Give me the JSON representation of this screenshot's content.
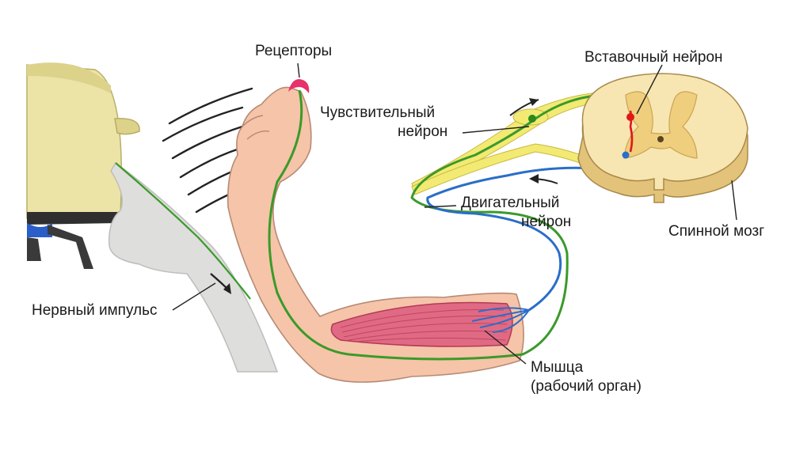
{
  "labels": {
    "receptors": "Рецепторы",
    "interneuron": "Вставочный нейрон",
    "sensory_line1": "Чувствительный",
    "sensory_line2": "нейрон",
    "motor_line1": "Двигательный",
    "motor_line2": "нейрон",
    "spinal_cord": "Спинной мозг",
    "nerve_impulse": "Нервный импульс",
    "muscle_line1": "Мышца",
    "muscle_line2": "(рабочий орган)"
  },
  "colors": {
    "sensory_neuron": "#3a9a2a",
    "motor_neuron": "#2a6ec8",
    "interneuron": "#e01818",
    "skin": "#f6c4a8",
    "muscle": "#e06a84",
    "spinal_white": "#f7e6b2",
    "spinal_gray": "#efce7e",
    "receptor": "#e8306a",
    "ganglion": "#f2ea72"
  }
}
